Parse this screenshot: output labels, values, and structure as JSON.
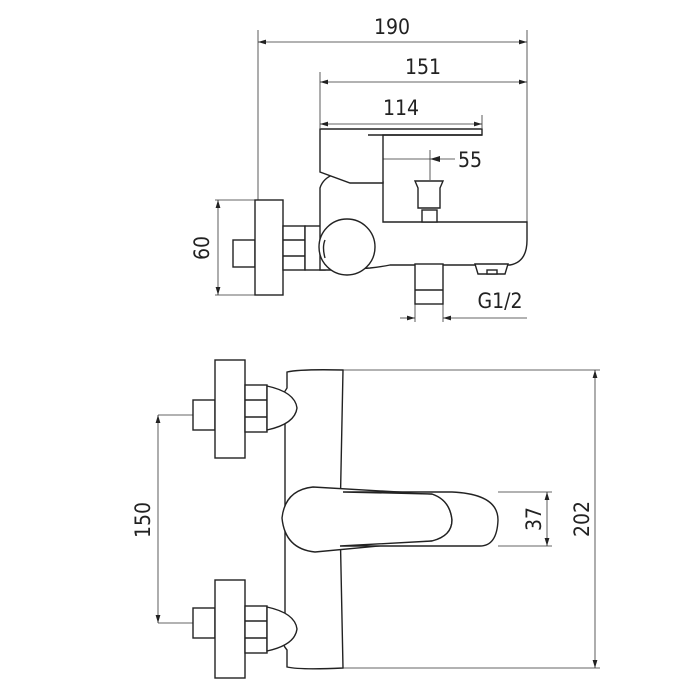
{
  "drawing": {
    "dimensions": {
      "overall_depth": "190",
      "spout_reach": "151",
      "lever_length": "114",
      "diverter_offset": "55",
      "connector_height": "60",
      "outlet_thread": "G1/2",
      "inlet_spacing": "150",
      "lever_width": "37",
      "body_height": "202"
    }
  }
}
